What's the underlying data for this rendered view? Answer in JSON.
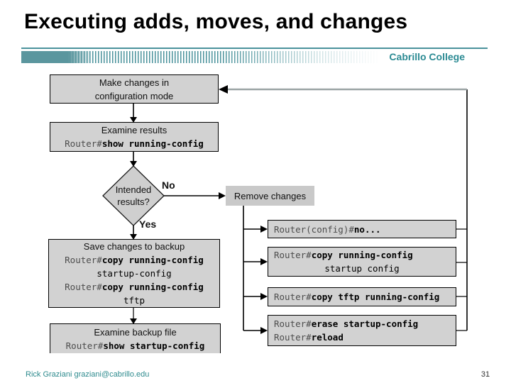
{
  "slide": {
    "title": "Executing adds, moves, and changes",
    "brand": "Cabrillo College",
    "footer": "Rick Graziani  graziani@cabrillo.edu",
    "page_number": "31"
  },
  "flowchart": {
    "make_changes": {
      "line1": "Make changes in",
      "line2": "configuration mode"
    },
    "examine_results": {
      "title": "Examine results",
      "prompt": "Router#",
      "command": "show running-config"
    },
    "decision": {
      "line1": "Intended",
      "line2": "results?",
      "no_label": "No",
      "yes_label": "Yes"
    },
    "remove_changes": {
      "label": "Remove changes"
    },
    "save_changes": {
      "title": "Save changes to backup",
      "cmd1_prompt": "Router#",
      "cmd1": "copy running-config",
      "cmd1_arg": "startup-config",
      "cmd2_prompt": "Router#",
      "cmd2": "copy running-config",
      "cmd2_arg": "tftp"
    },
    "examine_backup": {
      "title": "Examine backup file",
      "prompt": "Router#",
      "command": "show startup-config"
    },
    "remove_options": [
      {
        "prompt": "Router(config)#",
        "command": "no..."
      },
      {
        "prompt": "Router#",
        "command": "copy running-config",
        "arg": "startup config"
      },
      {
        "prompt": "Router#",
        "command": "copy tftp running-config"
      },
      {
        "prompt": "Router#",
        "command": "erase startup-config",
        "prompt2": "Router#",
        "command2": "reload"
      }
    ]
  },
  "colors": {
    "brand_teal": "#2b8a93",
    "bar_teal": "#4a929b",
    "box_fill": "#d2d2d2",
    "remove_fill": "#c9c9c9",
    "return_line_gray": "#9aa3a4",
    "footer_teal": "#2e8b8e"
  }
}
